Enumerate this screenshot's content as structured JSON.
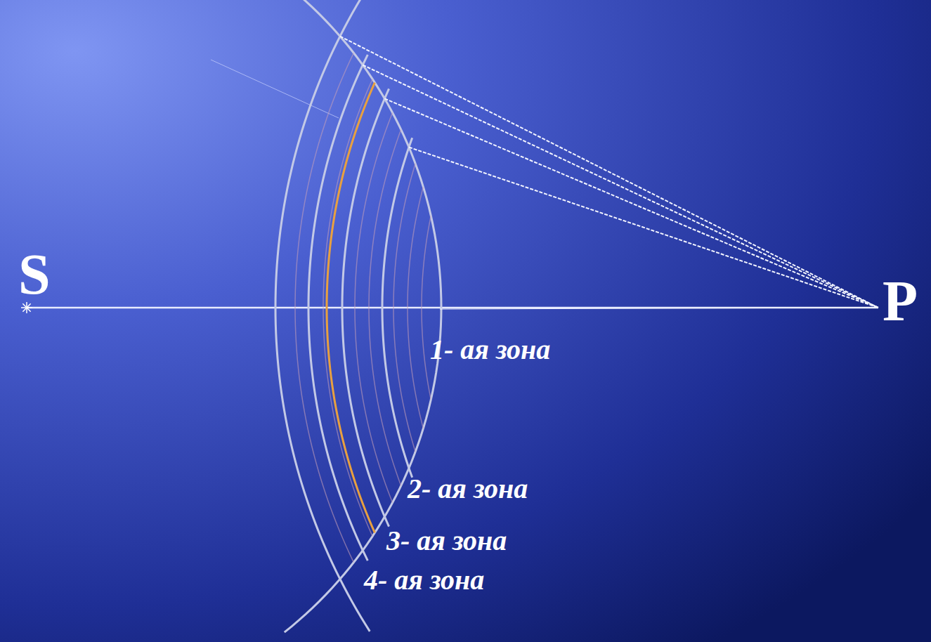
{
  "diagram": {
    "labels": [
      "S",
      "P",
      "1- ая зона",
      "2- ая зона",
      "3- ая зона",
      "4- ая зона"
    ]
  }
}
